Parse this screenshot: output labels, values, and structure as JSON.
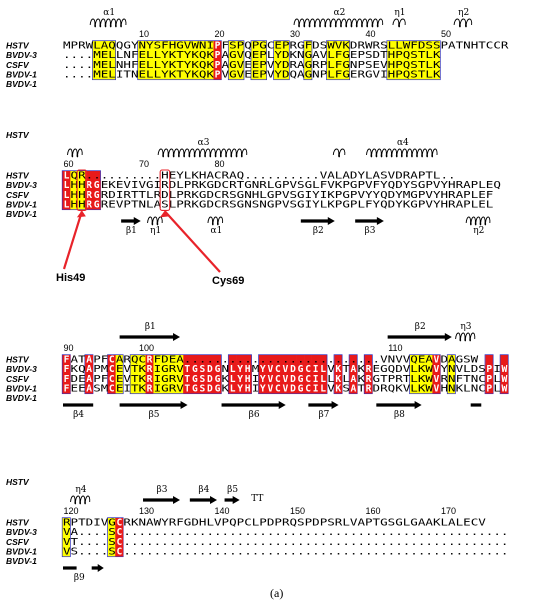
{
  "caption": "(a)",
  "colors": {
    "conserved": "#e81a1a",
    "similar": "#ffff00",
    "box": "#2e2ebd",
    "arrow": "#e8232a"
  },
  "annotations": [
    {
      "text": "His49",
      "block": 1,
      "col": 2,
      "target_row": 0
    },
    {
      "text": "Cys69",
      "block": 1,
      "col": 13,
      "target_row": 0
    }
  ],
  "blocks": [
    {
      "names": [
        "HSTV",
        "BVDV-3",
        "CSFV",
        "BVDV-1",
        "BVDV-1"
      ],
      "sequences": [
        "MPRWLAQQGYNYSFHGVWNIPFSPQPGCEPRGFDSWVKDRWRSLLWFDSSPATNHTCCR",
        "....MELLNFELLYKTYKQKPAGVQEPLYDKNGAVLFGEPSDTHPQSTLK",
        "....MELNHFELLYKTYKQKPAGVEEPVYDRAGRPLFGNPSEVHPQSTLK",
        "....MELITNELLYKTYKQKPVGVEEPVYDQAGNPLFGERGVIHPQSTLK",
        ""
      ],
      "ruler": [
        {
          "label": "10",
          "col": 11
        },
        {
          "label": "20",
          "col": 21
        },
        {
          "label": "30",
          "col": 31
        },
        {
          "label": "40",
          "col": 41
        },
        {
          "label": "50",
          "col": 51
        }
      ],
      "ss_top": [
        {
          "kind": "helix",
          "label": "α1",
          "c0": 3.6,
          "c1": 8.4
        },
        {
          "kind": "helix",
          "label": "α2",
          "c0": 30.6,
          "c1": 42.4
        },
        {
          "kind": "helix",
          "label": "η1",
          "c0": 43.7,
          "c1": 45.4
        },
        {
          "kind": "helix",
          "label": "η2",
          "c0": 51.8,
          "c1": 54.2
        }
      ],
      "ss_bottom": []
    },
    {
      "title": "HSTV",
      "names": [
        "HSTV",
        "BVDV-3",
        "CSFV",
        "BVDV-1",
        "BVDV-1"
      ],
      "sequences": [
        "LQR..........HEYLKHACRAQ..........VALADYLASVDRAPTL..",
        "LHHRGEKEVIVGIRDLPRKGDCRTGNRLGPVSGLFVKPGPVFYQDYSGPVYHRAPLEQ",
        "LHHRGRDIRTTLRDLPRKGDCRSGNHLGPVSGIYIKPGPVYYQDYMGPVYHRAPLEF",
        "LHHRGREVPTNLASLPRKGDCRSGNSNGPVSGIYLKPGPLFYQDYKGPVYHRAPLEL",
        ""
      ],
      "ruler": [
        {
          "label": "60",
          "col": 1
        },
        {
          "label": "70",
          "col": 11
        },
        {
          "label": "80",
          "col": 21
        }
      ],
      "ss_top": [
        {
          "kind": "helix",
          "label": "",
          "c0": 0.6,
          "c1": 2.6
        },
        {
          "kind": "helix",
          "label": "α3",
          "c0": 12.6,
          "c1": 24.4
        },
        {
          "kind": "helix",
          "label": "",
          "c0": 35.8,
          "c1": 37.4
        },
        {
          "kind": "helix",
          "label": "α4",
          "c0": 40.2,
          "c1": 49.6
        }
      ],
      "ss_bottom": [
        {
          "kind": "arrow",
          "label": "β1",
          "c0": 7.7,
          "c1": 10.3
        },
        {
          "kind": "helix",
          "label": "η1",
          "c0": 11.2,
          "c1": 13.2
        },
        {
          "kind": "helix",
          "label": "α1",
          "c0": 19.2,
          "c1": 21.2
        },
        {
          "kind": "arrow",
          "label": "β2",
          "c0": 31.5,
          "c1": 36.0
        },
        {
          "kind": "arrow",
          "label": "β3",
          "c0": 38.7,
          "c1": 42.5
        },
        {
          "kind": "helix",
          "label": "η2",
          "c0": 53.4,
          "c1": 56.6
        }
      ]
    },
    {
      "names": [
        "HSTV",
        "BVDV-3",
        "CSFV",
        "BVDV-1",
        "BVDV-1"
      ],
      "sequences": [
        "FATAPFCARQCRFDEA..........................VNVVQEAVDAGSW",
        "FKQAPMCEVTKRIGRVTGSDGNLYHMYVCVDGCILVKTAKREGQDVLKWVYNVLDSPIW",
        "FDEAPFCEVTKRIGRVTGSDGKLYHIYVCVDGCILLKLAKRGTPRTLKWVRNFTNCPLW",
        "FEEASMCEITKRIGRVTGSDGKLYHIYVCVDGCILVKSATRDRQKVLKWVHNKLNCPLW",
        ""
      ],
      "ruler": [
        {
          "label": "90",
          "col": 1
        },
        {
          "label": "100",
          "col": 11
        },
        {
          "label": "110",
          "col": 44
        }
      ],
      "ss_top": [
        {
          "kind": "arrow",
          "label": "β1",
          "c0": 7.5,
          "c1": 15.5
        },
        {
          "kind": "arrow",
          "label": "β2",
          "c0": 43.0,
          "c1": 51.5
        },
        {
          "kind": "helix",
          "label": "η3",
          "c0": 52.0,
          "c1": 54.6
        }
      ],
      "ss_bottom": [
        {
          "kind": "bar",
          "label": "β4",
          "c0": 0.0,
          "c1": 4.0
        },
        {
          "kind": "arrow",
          "label": "β5",
          "c0": 7.5,
          "c1": 16.5
        },
        {
          "kind": "arrow",
          "label": "β6",
          "c0": 21.0,
          "c1": 29.5
        },
        {
          "kind": "arrow",
          "label": "β7",
          "c0": 32.5,
          "c1": 36.5
        },
        {
          "kind": "arrow",
          "label": "β8",
          "c0": 41.5,
          "c1": 47.5
        },
        {
          "kind": "bar",
          "label": "",
          "c0": 54.0,
          "c1": 55.4
        }
      ]
    },
    {
      "title": "HSTV",
      "names": [
        "HSTV",
        "BVDV-3",
        "CSFV",
        "BVDV-1",
        "BVDV-1"
      ],
      "sequences": [
        "RPTDIVGCRKNAWYRFGDHLVPQPCLPDPRQSPDPSRLVAPTGSGLGAAKLALECV",
        "VA....SC...................................................",
        "VT....SC...................................................",
        "VS....SC...................................................",
        ""
      ],
      "ruler": [
        {
          "label": "120",
          "col": 1
        },
        {
          "label": "130",
          "col": 11
        },
        {
          "label": "140",
          "col": 21
        },
        {
          "label": "150",
          "col": 31
        },
        {
          "label": "160",
          "col": 41
        },
        {
          "label": "170",
          "col": 51
        }
      ],
      "ss_top": [
        {
          "kind": "helix",
          "label": "η4",
          "c0": 1.0,
          "c1": 3.6
        },
        {
          "kind": "arrow",
          "label": "β3",
          "c0": 10.6,
          "c1": 15.5
        },
        {
          "kind": "arrow",
          "label": "β4",
          "c0": 16.8,
          "c1": 20.4
        },
        {
          "kind": "arrow",
          "label": "β5",
          "c0": 21.4,
          "c1": 23.4
        },
        {
          "kind": "text",
          "label": "TT",
          "c0": 24.6,
          "c1": 26.6
        }
      ],
      "ss_bottom": [
        {
          "kind": "bar",
          "label": "",
          "c0": 0.0,
          "c1": 1.8
        },
        {
          "kind": "text",
          "label": "β9",
          "c0": 0.8,
          "c1": 3.4
        },
        {
          "kind": "arrow",
          "label": "",
          "c0": 3.8,
          "c1": 5.4
        }
      ]
    }
  ]
}
